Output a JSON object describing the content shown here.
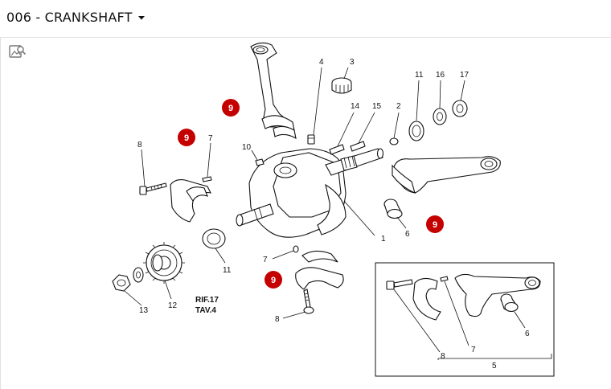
{
  "header": {
    "title": "006 - CRANKSHAFT"
  },
  "icons": {
    "title_caret": "chevron-down-icon",
    "image_search": "image-search-icon"
  },
  "colors": {
    "hotspot": "#c40000",
    "line": "#111111"
  },
  "callouts": {
    "n1": "1",
    "n2": "2",
    "n3": "3",
    "n4": "4",
    "n5": "5",
    "n6a": "6",
    "n6b": "6",
    "n7a": "7",
    "n7b": "7",
    "n7c": "7",
    "n8a": "8",
    "n8b": "8",
    "n8c": "8",
    "n10": "10",
    "n11a": "11",
    "n11b": "11",
    "n12": "12",
    "n13": "13",
    "n14": "14",
    "n15": "15",
    "n16": "16",
    "n17": "17"
  },
  "reference": {
    "line1": "RIF.17",
    "line2": "TAV.4"
  },
  "hotspots": {
    "h1": "9",
    "h2": "9",
    "h3": "9",
    "h4": "9"
  }
}
